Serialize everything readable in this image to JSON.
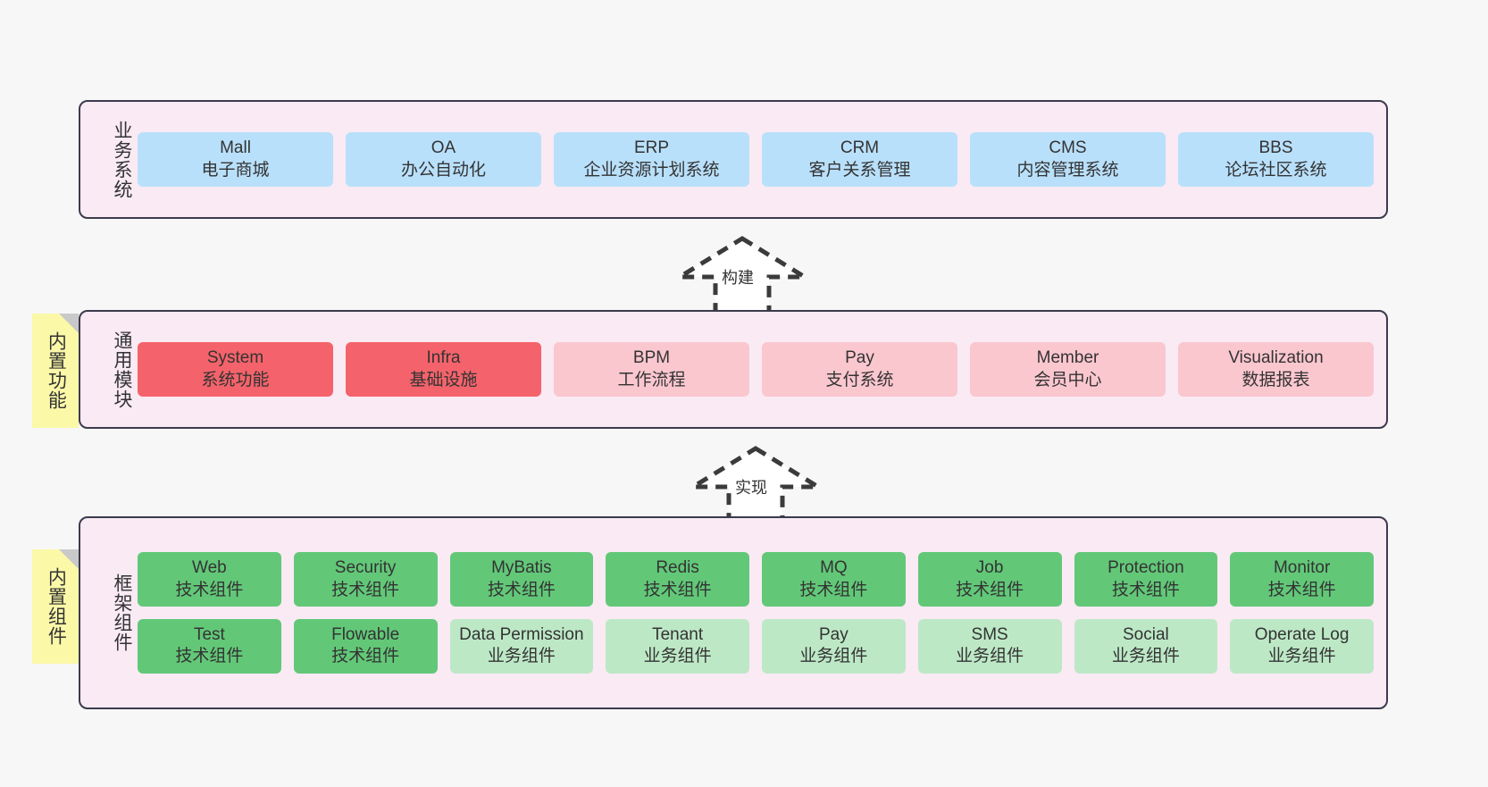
{
  "diagram": {
    "background": "#f7f7f7",
    "panel_fill": "#f9eaf4",
    "panel_border": "#3b3b4d",
    "tab_fill": "#fbf8a8",
    "colors": {
      "business": "#b9e0fb",
      "module_active": "#f4636b",
      "module_plain": "#fbc7cf",
      "tech_component": "#62c878",
      "biz_component": "#bde8c6"
    }
  },
  "layers": {
    "business": {
      "title": "业务系统",
      "cards": [
        {
          "name": "Mall",
          "desc": "电子商城"
        },
        {
          "name": "OA",
          "desc": "办公自动化"
        },
        {
          "name": "ERP",
          "desc": "企业资源计划系统"
        },
        {
          "name": "CRM",
          "desc": "客户关系管理"
        },
        {
          "name": "CMS",
          "desc": "内容管理系统"
        },
        {
          "name": "BBS",
          "desc": "论坛社区系统"
        }
      ]
    },
    "modules": {
      "title": "通用模块",
      "tab": "内置功能",
      "cards": [
        {
          "name": "System",
          "desc": "系统功能",
          "color": "red"
        },
        {
          "name": "Infra",
          "desc": "基础设施",
          "color": "red"
        },
        {
          "name": "BPM",
          "desc": "工作流程",
          "color": "pink"
        },
        {
          "name": "Pay",
          "desc": "支付系统",
          "color": "pink"
        },
        {
          "name": "Member",
          "desc": "会员中心",
          "color": "pink"
        },
        {
          "name": "Visualization",
          "desc": "数据报表",
          "color": "pink"
        }
      ]
    },
    "framework": {
      "title": "框架组件",
      "tab": "内置组件",
      "row1": [
        {
          "name": "Web",
          "desc": "技术组件",
          "color": "green"
        },
        {
          "name": "Security",
          "desc": "技术组件",
          "color": "green"
        },
        {
          "name": "MyBatis",
          "desc": "技术组件",
          "color": "green"
        },
        {
          "name": "Redis",
          "desc": "技术组件",
          "color": "green"
        },
        {
          "name": "MQ",
          "desc": "技术组件",
          "color": "green"
        },
        {
          "name": "Job",
          "desc": "技术组件",
          "color": "green"
        },
        {
          "name": "Protection",
          "desc": "技术组件",
          "color": "green"
        },
        {
          "name": "Monitor",
          "desc": "技术组件",
          "color": "green"
        }
      ],
      "row2": [
        {
          "name": "Test",
          "desc": "技术组件",
          "color": "green"
        },
        {
          "name": "Flowable",
          "desc": "技术组件",
          "color": "green"
        },
        {
          "name": "Data Permission",
          "desc": "业务组件",
          "color": "lightgreen"
        },
        {
          "name": "Tenant",
          "desc": "业务组件",
          "color": "lightgreen"
        },
        {
          "name": "Pay",
          "desc": "业务组件",
          "color": "lightgreen"
        },
        {
          "name": "SMS",
          "desc": "业务组件",
          "color": "lightgreen"
        },
        {
          "name": "Social",
          "desc": "业务组件",
          "color": "lightgreen"
        },
        {
          "name": "Operate Log",
          "desc": "业务组件",
          "color": "lightgreen"
        }
      ]
    }
  },
  "connectors": [
    {
      "label": "构建"
    },
    {
      "label": "实现"
    }
  ]
}
